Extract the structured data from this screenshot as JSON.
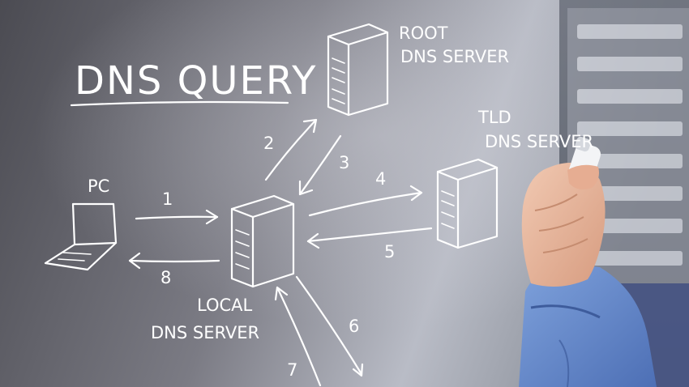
{
  "title": "DNS QUERY",
  "labels": {
    "pc": "PC",
    "root_line1": "ROOT",
    "root_line2": "DNS SERVER",
    "tld_line1": "TLD",
    "tld_line2": "DNS SERVER",
    "local_line1": "LOCAL",
    "local_line2": "DNS SERVER"
  },
  "steps": [
    "1",
    "2",
    "3",
    "4",
    "5",
    "6",
    "7",
    "8"
  ],
  "colors": {
    "chalk": "#ffffff",
    "background": "#6e6e74",
    "shirt": "#5a7fc4",
    "skin": "#e8b9a0"
  }
}
